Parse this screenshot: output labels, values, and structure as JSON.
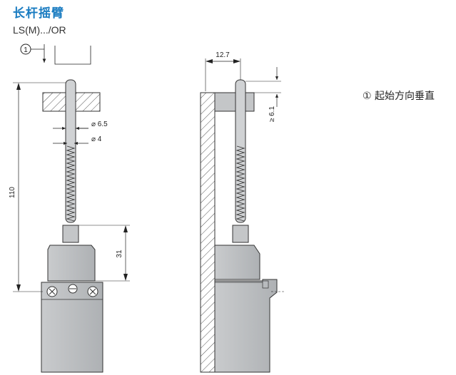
{
  "header": {
    "title": "长杆摇臂",
    "subtitle": "LS(M).../OR"
  },
  "legend": {
    "text": "① 起始方向垂直"
  },
  "callout": {
    "marker": "1"
  },
  "dimensions": {
    "diam_outer": "⌀ 6.5",
    "diam_inner": "⌀ 4",
    "length_total": "110",
    "length_lower": "31",
    "offset": "12.7",
    "clearance": "≥ 6.1"
  }
}
